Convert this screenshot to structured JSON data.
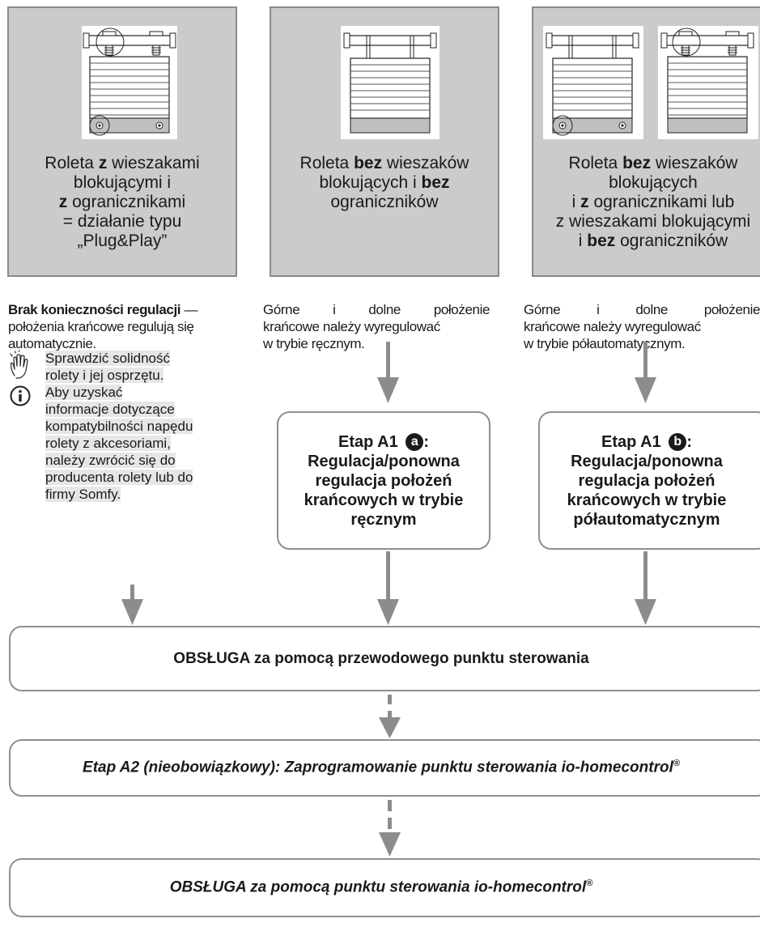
{
  "columns": [
    {
      "title_parts": [
        "Roleta ",
        "z",
        " wieszakami",
        "blokującymi i",
        "z",
        " ogranicznikami",
        "= działanie typu",
        "„Plug&Play”"
      ]
    },
    {
      "title_parts": [
        "Roleta ",
        "bez",
        " wieszaków",
        "blokujących i ",
        "bez",
        "ograniczników"
      ]
    },
    {
      "title_parts": [
        "Roleta ",
        "bez",
        " wieszaków",
        "blokujących",
        "i ",
        "z",
        " ogranicznikami lub",
        "z wieszakami blokującymi",
        "i ",
        "bez",
        " ograniczników"
      ]
    }
  ],
  "col1": {
    "bold": "Brak konieczności regulacji",
    "dash": " —",
    "line2": "położenia krańcowe regulują się",
    "line3": "automatycznie.",
    "hand_note": [
      "Sprawdzić solidność",
      "rolety i jej osprzętu."
    ],
    "info_note": [
      "Aby uzyskać",
      "informacje dotyczące",
      "kompatybilności napędu",
      "rolety z akcesoriami,",
      "należy zwrócić się do",
      "producenta rolety lub do",
      "firmy Somfy."
    ]
  },
  "col2": {
    "desc": [
      "Górne i dolne położenie",
      "krańcowe należy wyregulować",
      "w trybie ręcznym."
    ]
  },
  "col3": {
    "desc": [
      "Górne i dolne położenie",
      "krańcowe należy wyregulować",
      "w trybie półautomatycznym."
    ]
  },
  "step_a": {
    "title": "Etap A1",
    "badge": "a",
    "colon": ":",
    "lines": [
      "Regulacja/ponowna",
      "regulacja położeń",
      "krańcowych w trybie",
      "ręcznym"
    ]
  },
  "step_b": {
    "title": "Etap A1",
    "badge": "b",
    "colon": ":",
    "lines": [
      "Regulacja/ponowna",
      "regulacja położeń",
      "krańcowych w trybie",
      "półautomatycznym"
    ]
  },
  "box_wired": "OBSŁUGA za pomocą przewodowego punktu sterowania",
  "box_a2": "Etap A2 (nieobowiązkowy): Zaprogramowanie punktu sterowania io-homecontrol",
  "box_io": "OBSŁUGA za pomocą punktu sterowania io-homecontrol",
  "reg_mark": "®",
  "colors": {
    "panel": "#cbcbcb",
    "border": "#8a8a8a",
    "arrow": "#8c8c8c"
  }
}
